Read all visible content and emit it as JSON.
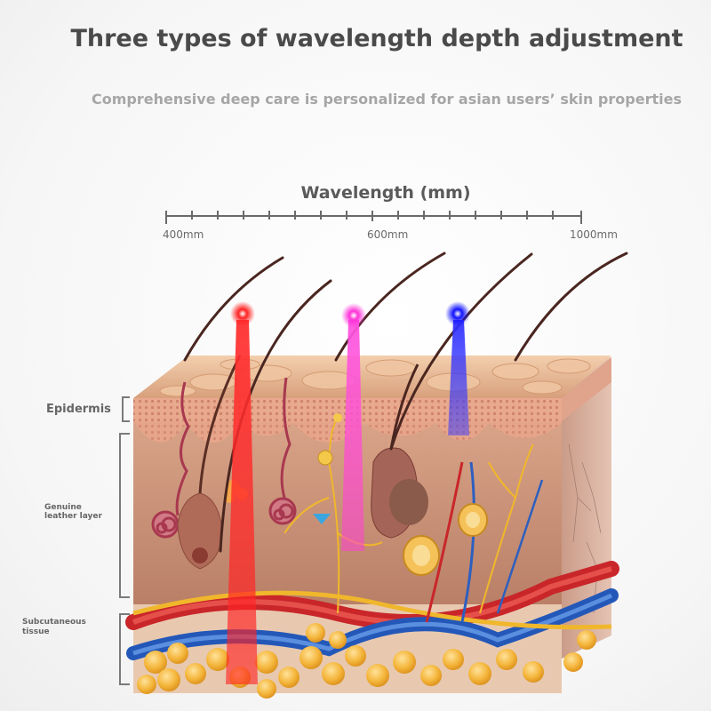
{
  "header": {
    "title": "Three types of wavelength depth adjustment",
    "subtitle": "Comprehensive deep care is personalized for asian users’ skin properties"
  },
  "scale": {
    "title": "Wavelength (mm)",
    "labels": [
      "400mm",
      "600mm",
      "1000mm"
    ]
  },
  "layers": {
    "epidermis": "Epidermis",
    "dermis_line1": "Genuine",
    "dermis_line2": "leather layer",
    "subcutaneous_line1": "Subcutaneous",
    "subcutaneous_line2": "tissue"
  },
  "beams": [
    {
      "color": "#ff1a1a",
      "name": "red-light"
    },
    {
      "color": "#ff3bd6",
      "name": "pink-light"
    },
    {
      "color": "#1a1aff",
      "name": "blue-light"
    }
  ],
  "colors": {
    "skin_top": "#e9b591",
    "skin_body": "#c98f73",
    "fat": "#f2b540",
    "artery": "#d42a25",
    "vein": "#2b62c9",
    "nerve": "#f0b72c"
  }
}
